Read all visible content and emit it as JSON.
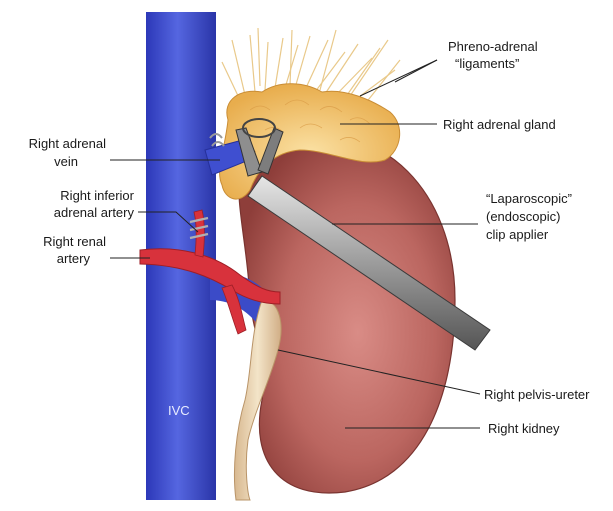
{
  "labels": {
    "phreno_adrenal_line1": "Phreno-adrenal",
    "phreno_adrenal_line2": "“ligaments”",
    "right_adrenal_gland": "Right adrenal gland",
    "right_adrenal_vein_line1": "Right adrenal",
    "right_adrenal_vein_line2": "vein",
    "right_inferior_adrenal_artery_line1": "Right inferior",
    "right_inferior_adrenal_artery_line2": "adrenal artery",
    "right_renal_artery_line1": "Right renal",
    "right_renal_artery_line2": "artery",
    "clip_applier_line1": "“Laparoscopic”",
    "clip_applier_line2": "(endoscopic)",
    "clip_applier_line3": "clip applier",
    "ivc": "IVC",
    "right_pelvis_ureter": "Right pelvis-ureter",
    "right_kidney": "Right kidney"
  },
  "colors": {
    "ivc": "#3f4fd0",
    "artery": "#d8323c",
    "kidney": "#b5605a",
    "adrenal": "#f2c46e",
    "ureter": "#e8d2b0",
    "instrument": "#9a9a9a"
  }
}
